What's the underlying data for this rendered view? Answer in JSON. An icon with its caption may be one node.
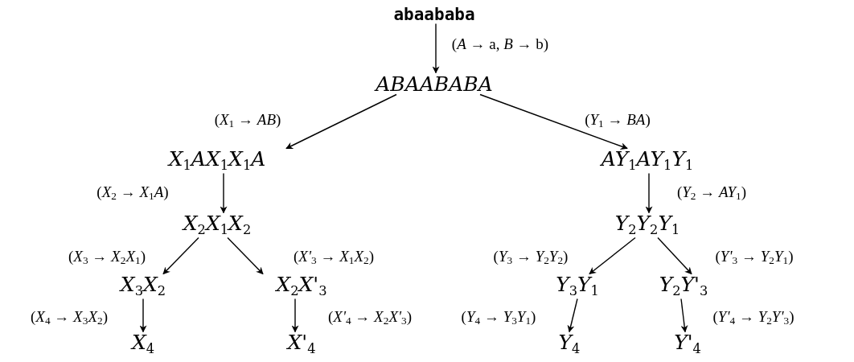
{
  "diagram": {
    "nodes": [
      {
        "text": [
          "abaababa"
        ]
      },
      {
        "text": [
          "ABAABABA"
        ]
      },
      {
        "text": [
          "X$_{1}$AX$_{1}$X$_{1}$A"
        ]
      },
      {
        "text": [
          "AY$_{1}$AY$_{1}$Y$_{1}$"
        ]
      },
      {
        "text": [
          "X$_{2}$X$_{1}$X$_{2}$"
        ]
      },
      {
        "text": [
          "Y$_{2}$Y$_{2}$Y$_{1}$"
        ]
      },
      {
        "text": [
          "X$_{3}$X$_{2}$"
        ]
      },
      {
        "text": [
          "X$_{2}$X'$_{3}$"
        ]
      },
      {
        "text": [
          "Y$_{3}$Y$_{1}$"
        ]
      },
      {
        "text": [
          "Y$_{2}$Y'$_{3}$"
        ]
      },
      {
        "text": [
          "X$_{4}$"
        ]
      },
      {
        "text": [
          "X'$_{4}$"
        ]
      },
      {
        "text": [
          "Y$_{4}$"
        ]
      },
      {
        "text": [
          "Y'$_{4}$"
        ]
      }
    ],
    "edges": [
      {
        "from": 0,
        "to": 1,
        "arrow": "to",
        "label": "(*A* → a, *B* → b)"
      },
      {
        "from": 1,
        "to": 2,
        "arrow": "to",
        "label": "(*X*$_{1}$ → *AB*)"
      },
      {
        "from": 1,
        "to": 3,
        "arrow": "to",
        "label": "(*Y*$_{1}$ → *BA*)"
      },
      {
        "from": 2,
        "to": 4,
        "arrow": "to",
        "label": "(*X*$_{2}$ → *X*$_{1}$*A*)"
      },
      {
        "from": 3,
        "to": 5,
        "arrow": "to",
        "label": "(*Y*$_{2}$ → *AY*$_{1}$)"
      },
      {
        "from": 4,
        "to": 6,
        "arrow": "to",
        "label": "(*X*$_{3}$ → *X*$_{2}$*X*$_{1}$)"
      },
      {
        "from": 4,
        "to": 7,
        "arrow": "to",
        "label": "(*X'*$_{3}$ → *X*$_{1}$*X*$_{2}$)"
      },
      {
        "from": 5,
        "to": 8,
        "arrow": "to",
        "label": "(*Y*$_{3}$ → *Y*$_{2}$*Y*$_{2}$)"
      },
      {
        "from": 5,
        "to": 9,
        "arrow": "to",
        "label": "(*Y'*$_{3}$ → *Y*$_{2}$*Y*$_{1}$)"
      },
      {
        "from": 6,
        "to": 10,
        "arrow": "to",
        "label": "(*X*$_{4}$ → *X*$_{3}$*X*$_{2}$)"
      },
      {
        "from": 7,
        "to": 11,
        "arrow": "to",
        "label": "(*X'*$_{4}$ → *X*$_{2}$*X'*$_{3}$)"
      },
      {
        "from": 8,
        "to": 12,
        "arrow": "to",
        "label": "(*Y*$_{4}$ → *Y*$_{3}$*Y*$_{1}$)"
      },
      {
        "from": 9,
        "to": 13,
        "arrow": "to",
        "label": "(*Y'*$_{4}$ → *Y*$_{2}$*Y'*$_{3}$)"
      }
    ]
  }
}
